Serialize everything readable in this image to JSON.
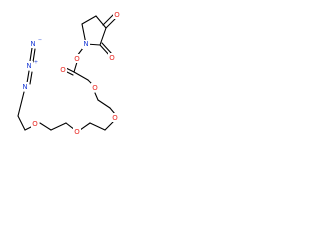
{
  "molecule": {
    "atoms": {
      "o_top": "O",
      "n_imide": "N",
      "o_bottom": "O",
      "o_ester": "O",
      "o_carbonyl": "O",
      "o1": "O",
      "o2": "O",
      "o3": "O",
      "o4": "O",
      "n_azide_1": "N",
      "n_azide_2": "N",
      "n_azide_3": "N",
      "charge_plus": "+",
      "charge_minus": "−"
    },
    "colors": {
      "bond": "#000000",
      "oxygen": "#e8251f",
      "nitrogen": "#1f3fd6"
    }
  }
}
